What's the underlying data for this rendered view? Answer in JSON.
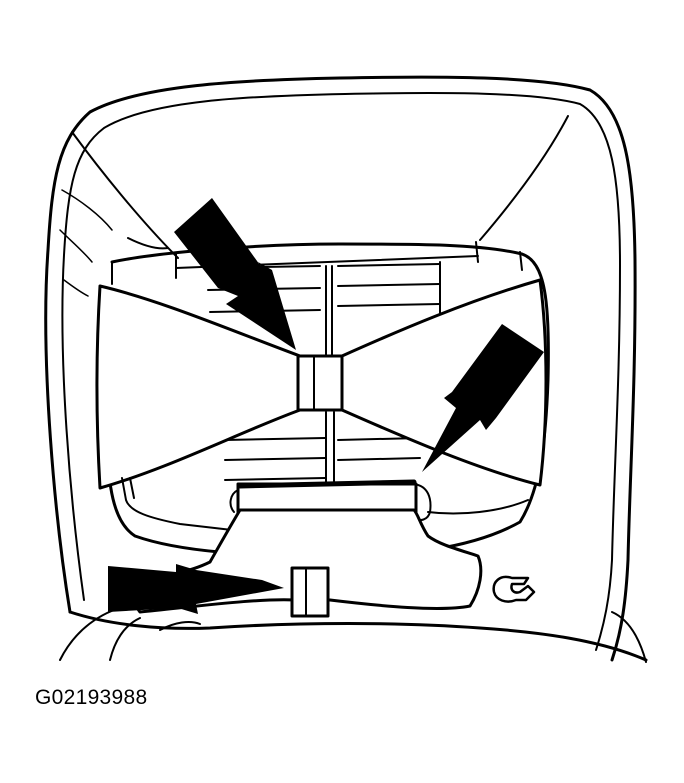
{
  "figure": {
    "caption_code": "G02193988"
  },
  "colors": {
    "ink": "#000000",
    "paper": "#ffffff"
  },
  "callouts": [
    {
      "name": "arrow-upper-center",
      "points_to": "upper-strap-clip"
    },
    {
      "name": "arrow-right",
      "points_to": "lower-frame-bar"
    },
    {
      "name": "arrow-lower-left",
      "points_to": "lower-strap-clip"
    }
  ]
}
